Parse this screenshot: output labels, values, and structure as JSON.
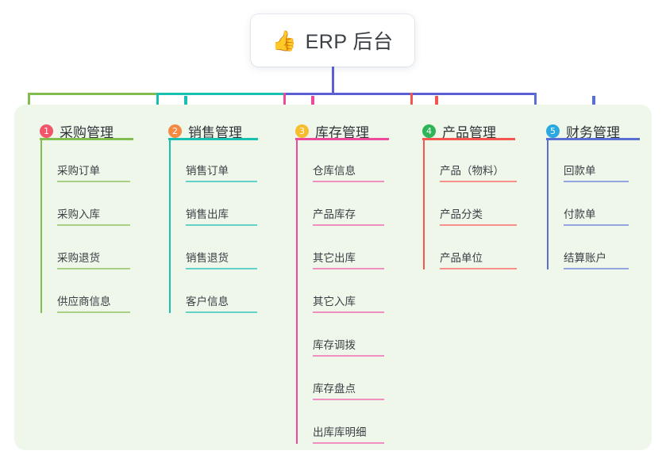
{
  "page": {
    "background": "#ffffff",
    "panel_background": "#eef7e9"
  },
  "root": {
    "icon": "thumbs-up-icon",
    "emoji": "👍",
    "title": "ERP 后台",
    "stem_color": "#5a5fd4"
  },
  "connector": {
    "segments": [
      {
        "name": "segment-1",
        "color": "#82bd4f"
      },
      {
        "name": "segment-2",
        "color": "#19bfb0"
      },
      {
        "name": "segment-3",
        "color": "#5a5fd4"
      },
      {
        "name": "segment-4",
        "color": "#5a5fd4"
      }
    ]
  },
  "columns": [
    {
      "number": "1",
      "label": "采购管理",
      "badge_color": "#f2556a",
      "line_color": "#82bd4f",
      "leaf_line_color": "#a8d183",
      "items": [
        {
          "label": "采购订单"
        },
        {
          "label": "采购入库"
        },
        {
          "label": "采购退货"
        },
        {
          "label": "供应商信息"
        }
      ]
    },
    {
      "number": "2",
      "label": "销售管理",
      "badge_color": "#f58b42",
      "line_color": "#19bfb0",
      "leaf_line_color": "#63d3c7",
      "items": [
        {
          "label": "销售订单"
        },
        {
          "label": "销售出库"
        },
        {
          "label": "销售退货"
        },
        {
          "label": "客户信息"
        }
      ]
    },
    {
      "number": "3",
      "label": "库存管理",
      "badge_color": "#f7bd2e",
      "line_color": "#ee4a9b",
      "leaf_line_color": "#f08ec0",
      "items": [
        {
          "label": "仓库信息"
        },
        {
          "label": "产品库存"
        },
        {
          "label": "其它出库"
        },
        {
          "label": "其它入库"
        },
        {
          "label": "库存调拨"
        },
        {
          "label": "库存盘点"
        },
        {
          "label": "出库库明细"
        }
      ]
    },
    {
      "number": "4",
      "label": "产品管理",
      "badge_color": "#2fb457",
      "line_color": "#f4554f",
      "leaf_line_color": "#f79089",
      "items": [
        {
          "label": "产品（物料）"
        },
        {
          "label": "产品分类"
        },
        {
          "label": "产品单位"
        }
      ]
    },
    {
      "number": "5",
      "label": "财务管理",
      "badge_color": "#2aa9e0",
      "line_color": "#5a6fd4",
      "leaf_line_color": "#93a4e0",
      "items": [
        {
          "label": "回款单"
        },
        {
          "label": "付款单"
        },
        {
          "label": "结算账户"
        }
      ]
    }
  ]
}
